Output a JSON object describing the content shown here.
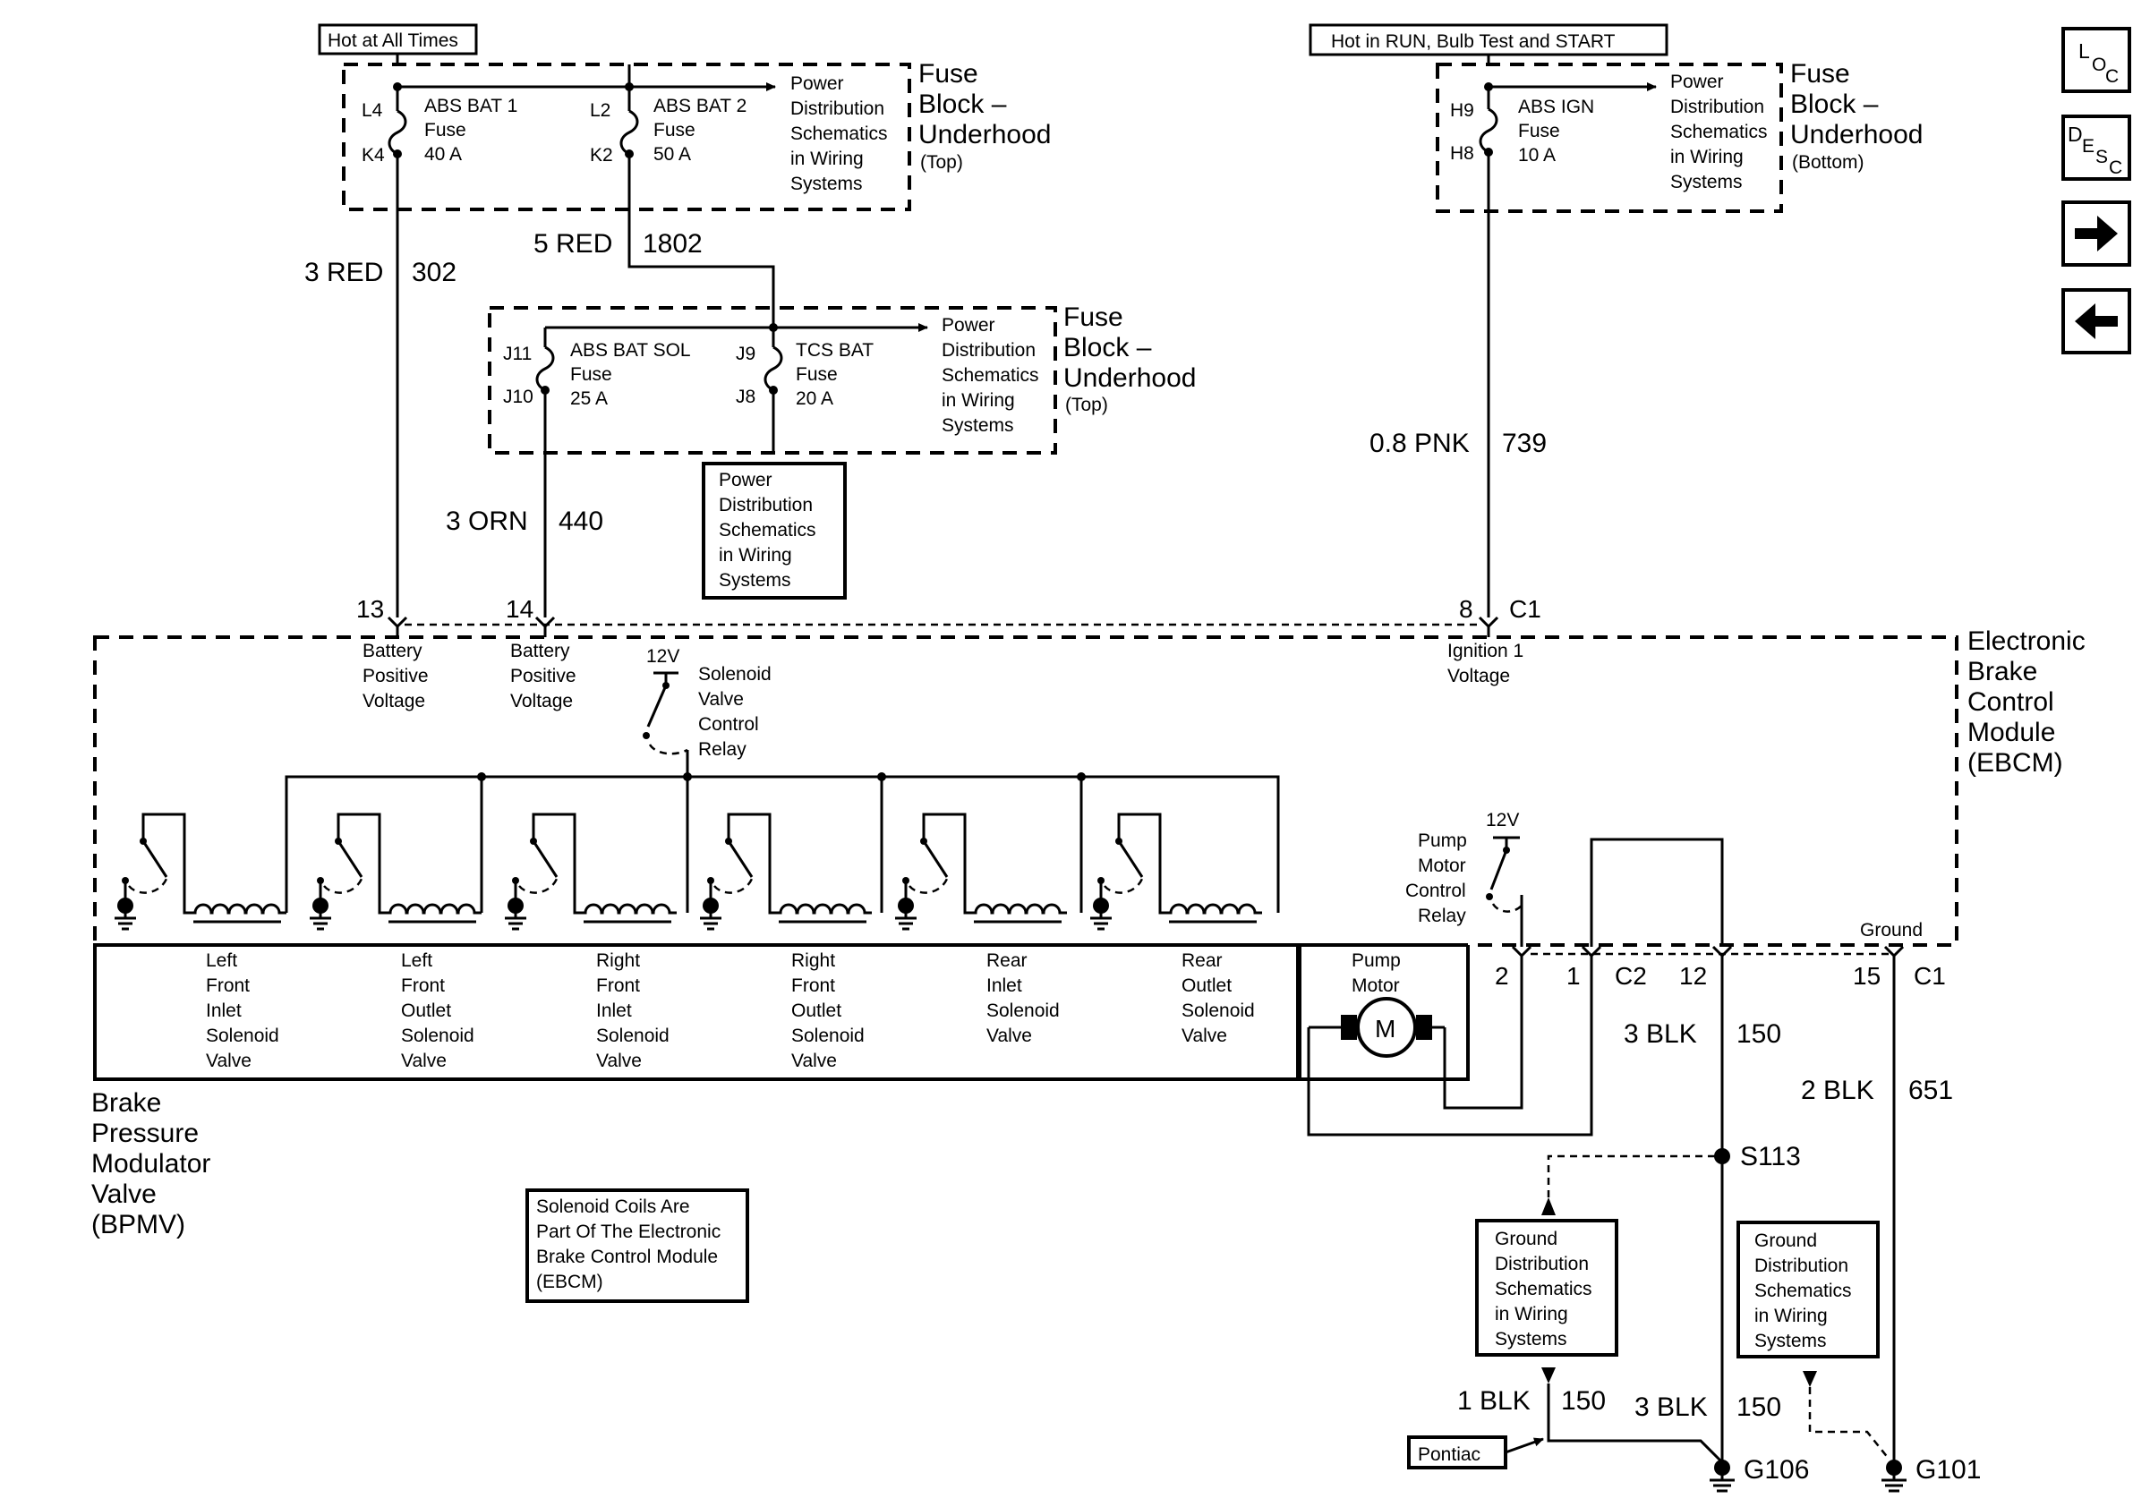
{
  "nav": {
    "loc": {
      "main": "L",
      "sub1": "O",
      "sub2": "C"
    },
    "desc": {
      "main": "D",
      "sub1": "E",
      "sub2": "S",
      "sub3": "C"
    }
  },
  "supply": {
    "hot_all_times": "Hot at All Times",
    "hot_run": "Hot in RUN, Bulb Test and START"
  },
  "fuse_block_top_left": {
    "title": [
      "Fuse",
      "Block –",
      "Underhood"
    ],
    "sub": "(Top)",
    "power_ref": [
      "Power",
      "Distribution",
      "Schematics",
      "in Wiring",
      "Systems"
    ],
    "fuse1": {
      "pin_in": "L4",
      "pin_out": "K4",
      "name": "ABS BAT 1",
      "type": "Fuse",
      "rating": "40 A"
    },
    "fuse2": {
      "pin_in": "L2",
      "pin_out": "K2",
      "name": "ABS BAT 2",
      "type": "Fuse",
      "rating": "50 A"
    }
  },
  "fuse_block_mid": {
    "title": [
      "Fuse",
      "Block –",
      "Underhood"
    ],
    "sub": "(Top)",
    "power_ref": [
      "Power",
      "Distribution",
      "Schematics",
      "in Wiring",
      "Systems"
    ],
    "fuse1": {
      "pin_in": "J11",
      "pin_out": "J10",
      "name": "ABS BAT SOL",
      "type": "Fuse",
      "rating": "25 A"
    },
    "fuse2": {
      "pin_in": "J9",
      "pin_out": "J8",
      "name": "TCS BAT",
      "type": "Fuse",
      "rating": "20 A"
    },
    "ref_box": [
      "Power",
      "Distribution",
      "Schematics",
      "in Wiring",
      "Systems"
    ]
  },
  "fuse_block_right": {
    "title": [
      "Fuse",
      "Block –",
      "Underhood"
    ],
    "sub": "(Bottom)",
    "power_ref": [
      "Power",
      "Distribution",
      "Schematics",
      "in Wiring",
      "Systems"
    ],
    "fuse": {
      "pin_in": "H9",
      "pin_out": "H8",
      "name": "ABS IGN",
      "type": "Fuse",
      "rating": "10 A"
    }
  },
  "wires": {
    "w302": {
      "size": "3 RED",
      "circuit": "302"
    },
    "w1802": {
      "size": "5 RED",
      "circuit": "1802"
    },
    "w440": {
      "size": "3 ORN",
      "circuit": "440"
    },
    "w739": {
      "size": "0.8 PNK",
      "circuit": "739"
    },
    "w150a": {
      "size": "3 BLK",
      "circuit": "150"
    },
    "w651": {
      "size": "2 BLK",
      "circuit": "651"
    },
    "w150b": {
      "size": "1 BLK",
      "circuit": "150"
    },
    "w150c": {
      "size": "3 BLK",
      "circuit": "150"
    }
  },
  "ebcm": {
    "title": [
      "Electronic",
      "Brake",
      "Control",
      "Module",
      "(EBCM)"
    ],
    "pin13": "13",
    "pin14": "14",
    "pin8": "8",
    "conn_c1": "C1",
    "batt1": [
      "Battery",
      "Positive",
      "Voltage"
    ],
    "batt2": [
      "Battery",
      "Positive",
      "Voltage"
    ],
    "ign": [
      "Ignition 1",
      "Voltage"
    ],
    "relay_v": "12V",
    "relay": [
      "Solenoid",
      "Valve",
      "Control",
      "Relay"
    ],
    "pump_v": "12V",
    "pump_relay": [
      "Pump",
      "Motor",
      "Control",
      "Relay"
    ],
    "ground": "Ground",
    "pin2": "2",
    "pin1": "1",
    "conn_c2": "C2",
    "pin12": "12",
    "pin15": "15",
    "conn_c1b": "C1"
  },
  "bpmv": {
    "title": [
      "Brake",
      "Pressure",
      "Modulator",
      "Valve",
      "(BPMV)"
    ],
    "valves": [
      [
        "Left",
        "Front",
        "Inlet",
        "Solenoid",
        "Valve"
      ],
      [
        "Left",
        "Front",
        "Outlet",
        "Solenoid",
        "Valve"
      ],
      [
        "Right",
        "Front",
        "Inlet",
        "Solenoid",
        "Valve"
      ],
      [
        "Right",
        "Front",
        "Outlet",
        "Solenoid",
        "Valve"
      ],
      [
        "Rear",
        "Inlet",
        "Solenoid",
        "Valve"
      ],
      [
        "Rear",
        "Outlet",
        "Solenoid",
        "Valve"
      ]
    ],
    "pump": [
      "Pump",
      "Motor"
    ],
    "motor_symbol": "M",
    "note": [
      "Solenoid Coils Are",
      "Part Of The Electronic",
      "Brake Control Module",
      "(EBCM)"
    ]
  },
  "grounds": {
    "splice": "S113",
    "g106": "G106",
    "g101": "G101",
    "pontiac": "Pontiac",
    "ref1": [
      "Ground",
      "Distribution",
      "Schematics",
      "in Wiring",
      "Systems"
    ],
    "ref2": [
      "Ground",
      "Distribution",
      "Schematics",
      "in Wiring",
      "Systems"
    ]
  }
}
